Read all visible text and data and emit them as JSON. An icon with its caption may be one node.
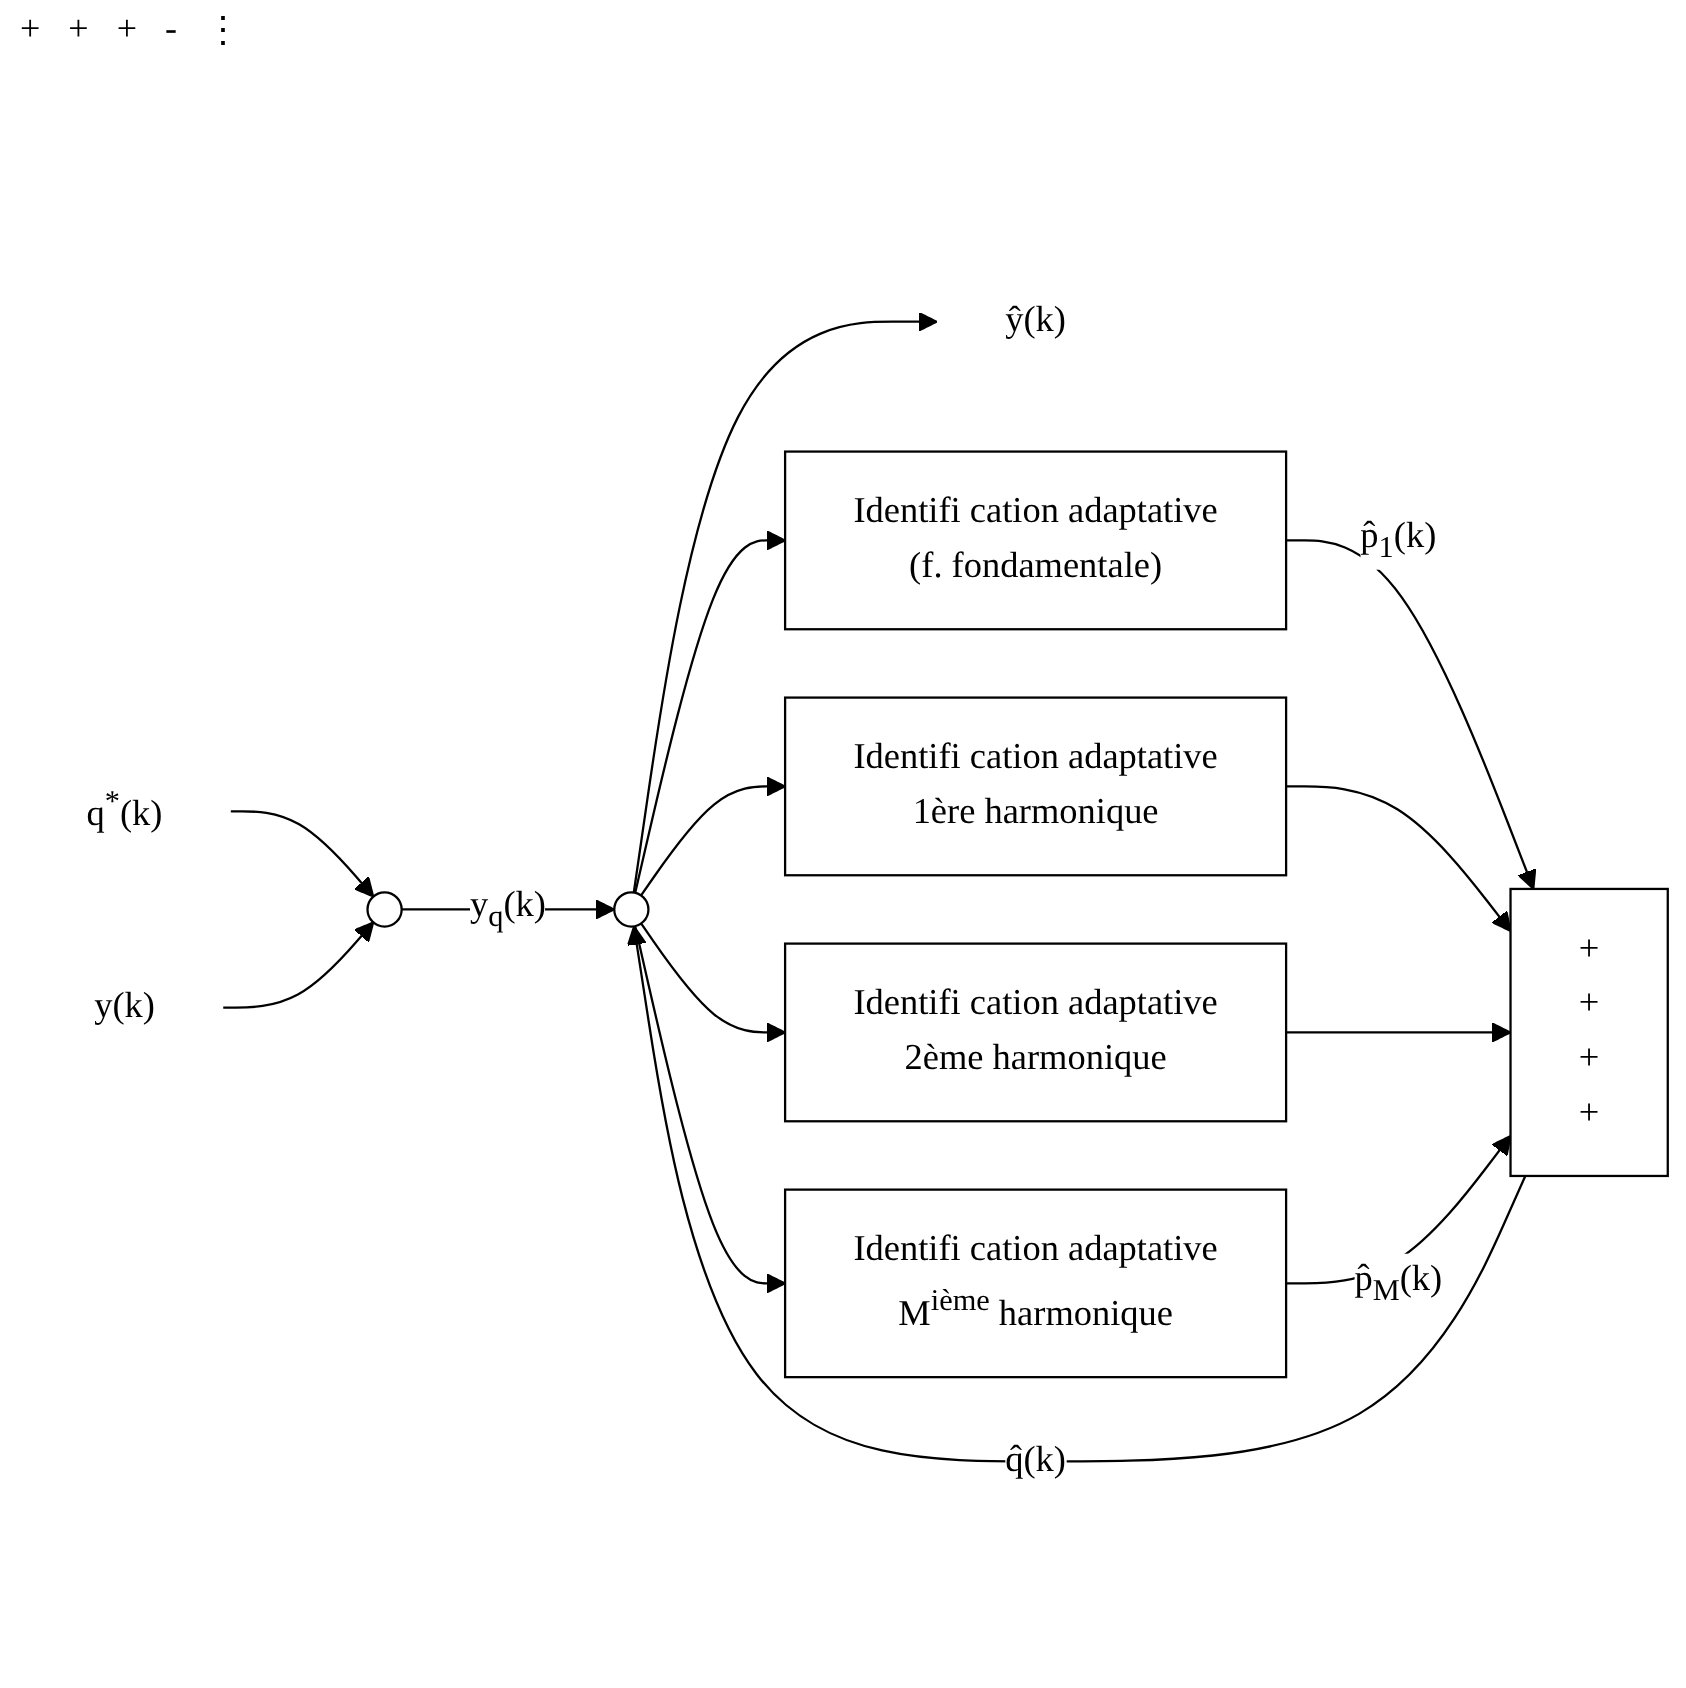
{
  "diagram": {
    "nodes": [
      {
        "text": [
          "q$^{*}$(k)"
        ]
      },
      {
        "text": [
          "y(k)"
        ]
      },
      {
        "text": [],
        "shape": "circle"
      },
      {
        "text": [],
        "shape": "circle"
      },
      {
        "text": [
          "ŷ(k)"
        ]
      },
      {
        "text": [
          "+",
          "+",
          "+",
          "+"
        ]
      },
      {
        "text": [
          "Identifi cation adaptative",
          "(f. fondamentale)"
        ]
      },
      {
        "text": [
          "Identifi cation adaptative",
          "1ère harmonique"
        ]
      },
      {
        "text": [
          "Identifi cation adaptative",
          "2ème harmonique"
        ]
      },
      {
        "text": [
          "Identifi cation adaptative",
          "M$^{ième}$ harmonique"
        ]
      }
    ],
    "edges": [
      {
        "from": 0,
        "to": 2,
        "arrow": "to"
      },
      {
        "from": 1,
        "to": 2,
        "arrow": "to"
      },
      {
        "from": 2,
        "to": 3,
        "arrow": "to",
        "label": "y$_{q}$(k)"
      },
      {
        "from": 3,
        "to": 4,
        "arrow": "to"
      },
      {
        "from": 3,
        "to": 6,
        "arrow": "to"
      },
      {
        "from": 3,
        "to": 7,
        "arrow": "to"
      },
      {
        "from": 3,
        "to": 8,
        "arrow": "to"
      },
      {
        "from": 3,
        "to": 9,
        "arrow": "to"
      },
      {
        "from": 6,
        "to": 5,
        "arrow": "to",
        "label": "p̂$_{1}$(k)"
      },
      {
        "from": 7,
        "to": 5,
        "arrow": "to"
      },
      {
        "from": 8,
        "to": 5,
        "arrow": "to"
      },
      {
        "from": 9,
        "to": 5,
        "arrow": "to",
        "label": "p̂$_{M}$(k)"
      },
      {
        "from": 5,
        "to": 3,
        "arrow": "to",
        "label": "q̂(k)"
      }
    ],
    "labels": [
      "+",
      "+",
      "+",
      "-",
      "⋮"
    ]
  }
}
